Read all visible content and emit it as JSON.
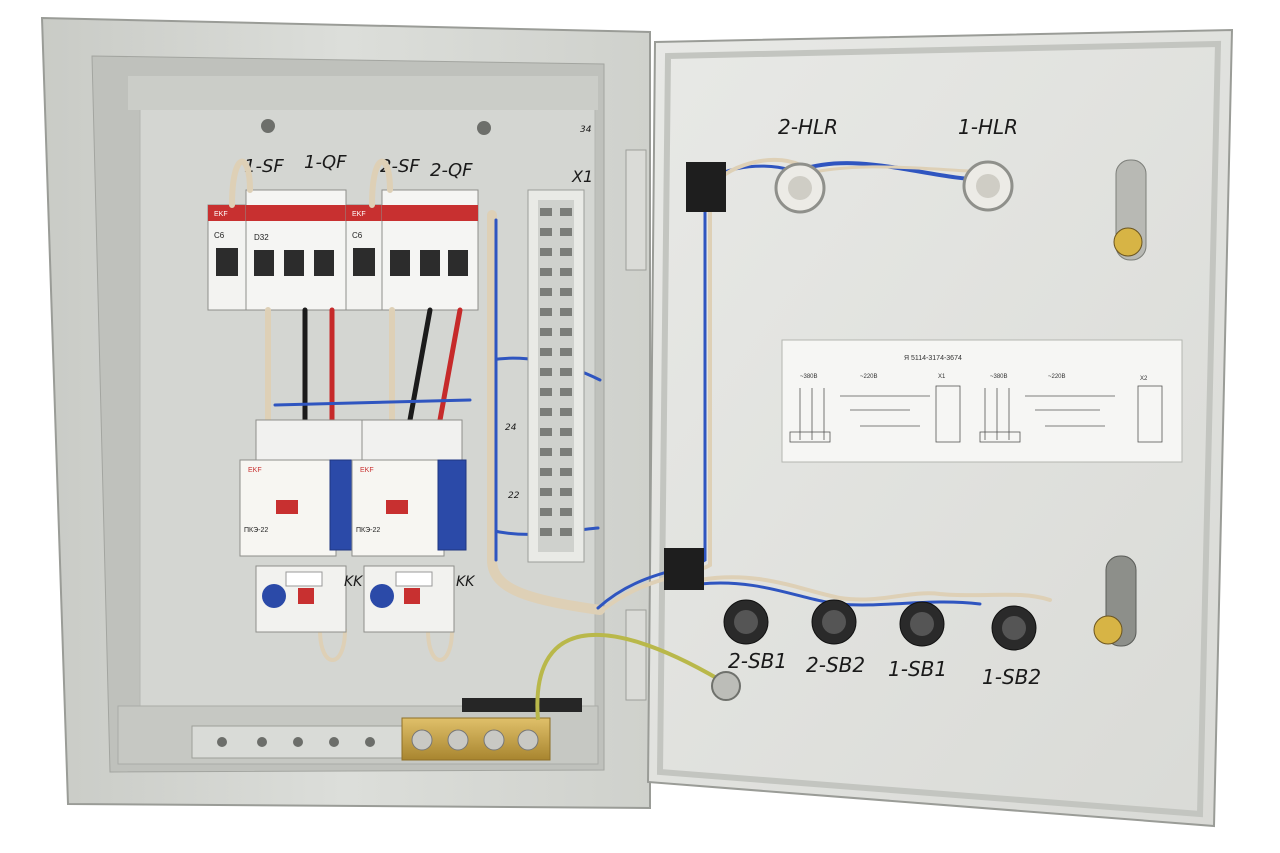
{
  "labels": {
    "cabinet_number": "34",
    "terminal_block": "X1",
    "breaker_1sf": "1-SF",
    "breaker_1qf": "1-QF",
    "breaker_2sf": "2-SF",
    "breaker_2qf": "2-QF",
    "lamp_2": "2-HLR",
    "lamp_1": "1-HLR",
    "button_2sb1": "2-SB1",
    "button_2sb2": "2-SB2",
    "button_1sb1": "1-SB1",
    "button_1sb2": "1-SB2",
    "relay_left": "KK",
    "relay_right": "KK",
    "wire_24": "24",
    "wire_22": "22"
  },
  "schematic": {
    "title": "Я 5114-3174-3674",
    "header_left_1": "~380В",
    "header_left_2": "~220В",
    "header_right_1": "~380В",
    "header_right_2": "~220В",
    "block_left": "X1",
    "block_right": "X2"
  },
  "devices": {
    "breaker_small_rating": "C6",
    "breaker_large_rating": "D32",
    "brand": "EKF",
    "contactor_model": "ПКЭ-22"
  },
  "colors": {
    "cabinet": "#d6d8d3",
    "door": "#e4e5e2",
    "backplate": "#d2d4d0",
    "wire_blue": "#2f55c0",
    "wire_red": "#c62a2a",
    "wire_black": "#1b1b1b",
    "wire_beige": "#ded0b6",
    "wire_ground": "#b9b84a",
    "brass": "#c9a449"
  }
}
